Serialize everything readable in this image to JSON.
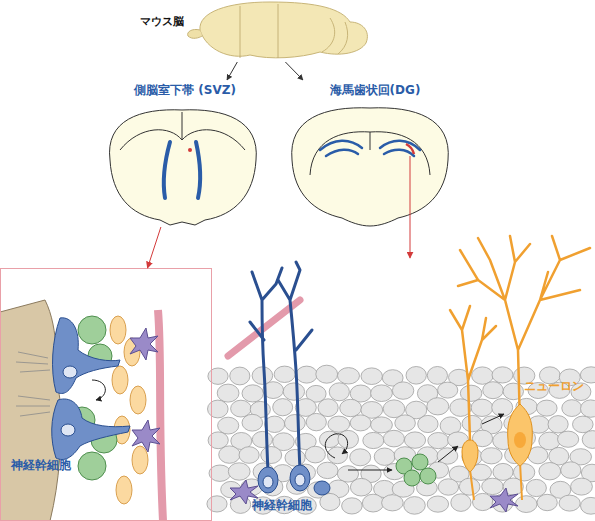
{
  "diagram": {
    "nodes": [
      {
        "text": [
          "マウス脳"
        ]
      },
      {
        "text": [
          "側脳室下帯 (SVZ)"
        ]
      },
      {
        "text": [
          "海馬歯状回(DG)"
        ]
      },
      {
        "text": [
          "神経幹細胞"
        ]
      }
    ],
    "edges": [
      {
        "from": 0,
        "to": 1,
        "arrow": "to"
      },
      {
        "from": 0,
        "to": 2,
        "arrow": "to"
      },
      {
        "from": 1,
        "to": 3,
        "arrow": "to"
      }
    ],
    "labels": [
      "神経幹細胞",
      "ニューロン"
    ]
  }
}
